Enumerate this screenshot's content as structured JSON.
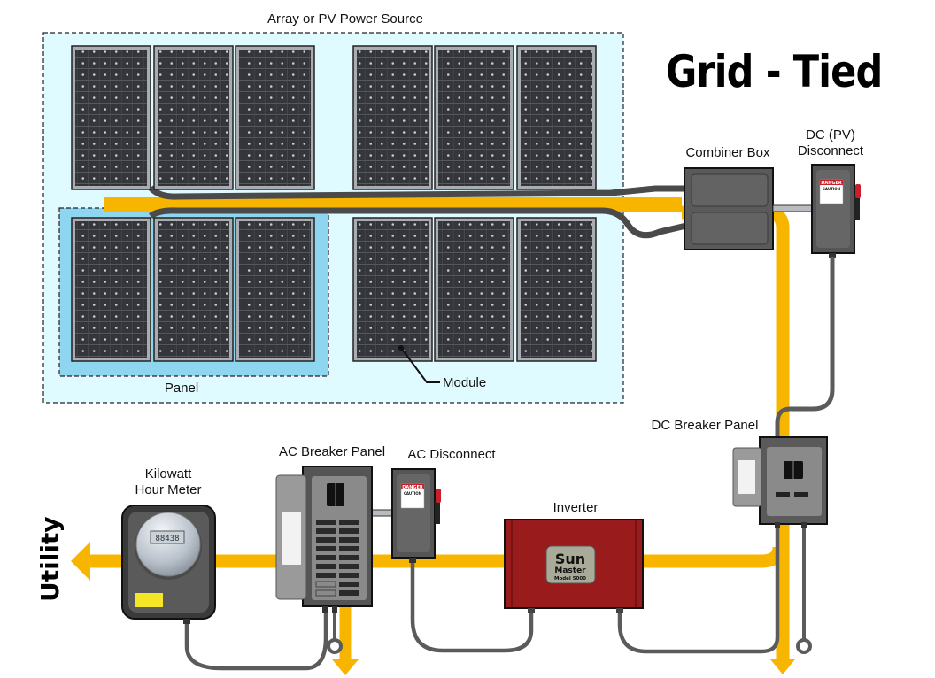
{
  "diagram": {
    "title": "Grid - Tied",
    "labels": {
      "array": "Array or PV Power Source",
      "panel": "Panel",
      "module": "Module",
      "combiner_box": "Combiner Box",
      "dc_disconnect_line1": "DC (PV)",
      "dc_disconnect_line2": "Disconnect",
      "dc_breaker_panel": "DC  Breaker Panel",
      "inverter": "Inverter",
      "ac_disconnect": "AC Disconnect",
      "ac_breaker_panel": "AC Breaker Panel",
      "meter_line1": "Kilowatt",
      "meter_line2": "Hour Meter",
      "utility": "Utility"
    },
    "inverter_badge": {
      "brand_line1": "Sun",
      "brand_line2": "Master",
      "model": "Model 5000"
    },
    "disconnect_tag": {
      "danger": "DANGER",
      "caution": "CAUTION"
    },
    "meter_reading": "88438",
    "colors": {
      "wire_yellow": "#f7b500",
      "array_bg": "#e0fbff",
      "panel_highlight": "#8ed6f0",
      "module_dark": "#2b2d31",
      "enclosure_gray": "#5a5a5a",
      "inverter_red": "#9a1b1b",
      "danger_red": "#c8202a"
    }
  }
}
